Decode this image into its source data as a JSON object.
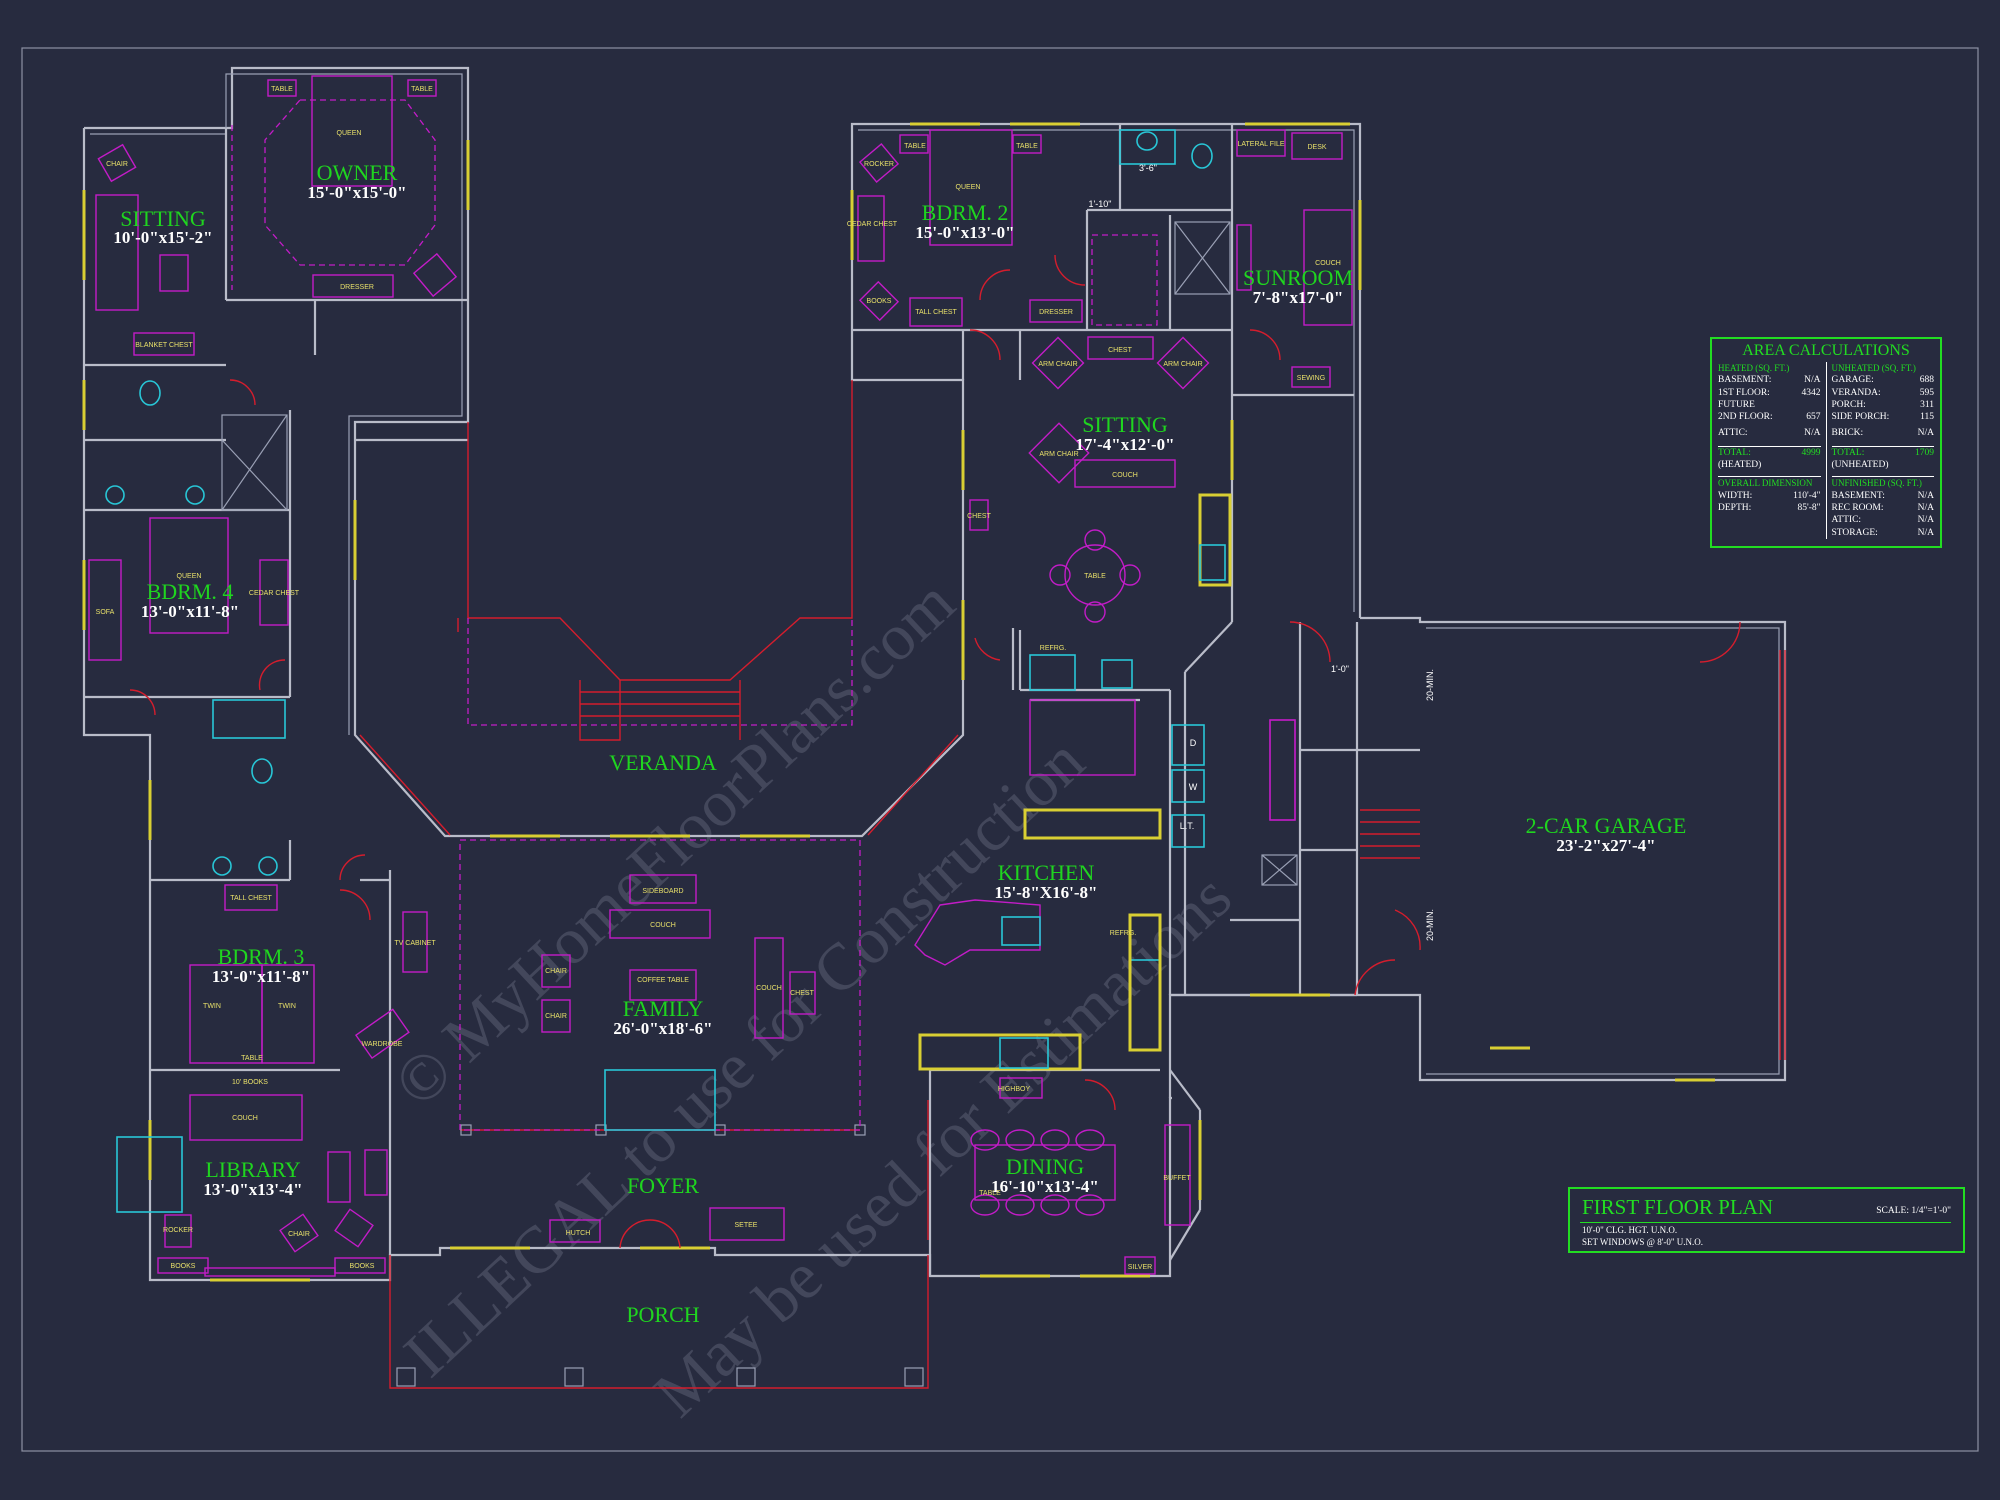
{
  "rooms": {
    "owner": {
      "name": "OWNER",
      "dim": "15'-0\"x15'-0\""
    },
    "sitting_owner": {
      "name": "SITTING",
      "dim": "10'-0\"x15'-2\""
    },
    "bdrm2": {
      "name": "BDRM. 2",
      "dim": "15'-0\"x13'-0\""
    },
    "sunroom": {
      "name": "SUNROOM",
      "dim": "7'-8\"x17'-0\""
    },
    "sitting2": {
      "name": "SITTING",
      "dim": "17'-4\"x12'-0\""
    },
    "bdrm4": {
      "name": "BDRM. 4",
      "dim": "13'-0\"x11'-8\""
    },
    "veranda": {
      "name": "VERANDA"
    },
    "garage": {
      "name": "2-CAR GARAGE",
      "dim": "23'-2\"x27'-4\""
    },
    "kitchen": {
      "name": "KITCHEN",
      "dim": "15'-8\"X16'-8\""
    },
    "bdrm3": {
      "name": "BDRM. 3",
      "dim": "13'-0\"x11'-8\""
    },
    "family": {
      "name": "FAMILY",
      "dim": "26'-0\"x18'-6\""
    },
    "library": {
      "name": "LIBRARY",
      "dim": "13'-0\"x13'-4\""
    },
    "foyer": {
      "name": "FOYER"
    },
    "dining": {
      "name": "DINING",
      "dim": "16'-10\"x13'-4\""
    },
    "porch": {
      "name": "PORCH"
    }
  },
  "furniture": {
    "table": "TABLE",
    "queen": "QUEEN",
    "dresser": "DRESSER",
    "chair": "CHAIR",
    "blanket_chest": "BLANKET CHEST",
    "rocker": "ROCKER",
    "books": "BOOKS",
    "tall_chest": "TALL CHEST",
    "cedar_chest": "CEDAR CHEST",
    "lateral_file": "LATERAL FILE",
    "desk": "DESK",
    "couch": "COUCH",
    "sewing": "SEWING",
    "chest": "CHEST",
    "arm_chair": "ARM CHAIR",
    "sofa": "SOFA",
    "refrg": "REFRG.",
    "sideboard": "SIDEBOARD",
    "coffee_table": "COFFEE TABLE",
    "twin": "TWIN",
    "tv_cabinet": "TV CABINET",
    "wardrobe": "WARDROBE",
    "ten_books": "10' BOOKS",
    "hutch": "HUTCH",
    "setee": "SETEE",
    "hidboy": "HIGHBOY",
    "buffet": "BUFFET",
    "silver": "SILVER",
    "d": "D",
    "w": "W",
    "lt": "L.T."
  },
  "dimensions": {
    "d1": "3'-6\"",
    "d2": "1'-10\"",
    "d3": "1'-0\"",
    "d4": "20-MIN.",
    "d5": "20-MIN."
  },
  "area_calculations": {
    "title": "AREA CALCULATIONS",
    "heated_header": "HEATED (SQ. FT.)",
    "unheated_header": "UNHEATED (SQ. FT.)",
    "heated": [
      {
        "label": "BASEMENT:",
        "value": "N/A"
      },
      {
        "label": "1ST FLOOR:",
        "value": "4342"
      },
      {
        "label": "FUTURE",
        "value": ""
      },
      {
        "label": "2ND FLOOR:",
        "value": "657"
      },
      {
        "label": "ATTIC:",
        "value": "N/A"
      }
    ],
    "unheated": [
      {
        "label": "GARAGE:",
        "value": "688"
      },
      {
        "label": "VERANDA:",
        "value": "595"
      },
      {
        "label": "PORCH:",
        "value": "311"
      },
      {
        "label": "SIDE PORCH:",
        "value": "115"
      },
      {
        "label": "BRICK:",
        "value": "N/A"
      }
    ],
    "total_heated_label": "TOTAL:",
    "total_heated_value": "4999",
    "total_heated_note": "(HEATED)",
    "total_unheated_label": "TOTAL:",
    "total_unheated_value": "1709",
    "total_unheated_note": "(UNHEATED)",
    "overall_header": "OVERALL DIMENSION",
    "overall": [
      {
        "label": "WIDTH:",
        "value": "110'-4\""
      },
      {
        "label": "DEPTH:",
        "value": "85'-8\""
      }
    ],
    "unfinished_header": "UNFINISHED (SQ. FT.)",
    "unfinished": [
      {
        "label": "BASEMENT:",
        "value": "N/A"
      },
      {
        "label": "REC ROOM:",
        "value": "N/A"
      },
      {
        "label": "ATTIC:",
        "value": "N/A"
      },
      {
        "label": "STORAGE:",
        "value": "N/A"
      }
    ]
  },
  "title_block": {
    "title": "FIRST FLOOR PLAN",
    "scale": "SCALE: 1/4\"=1'-0\"",
    "note1": "10'-0\" CLG. HGT. U.N.O.",
    "note2": "SET WINDOWS @ 8'-0\" U.N.O."
  },
  "watermark": {
    "line1": "© MyHomeFloorPlans.com",
    "line2": "ILLEGAL to use for Construction",
    "line3": "May be used for Estimations"
  },
  "colors": {
    "background": "#272b3f",
    "walls": "#b9bcc9",
    "furniture": "#c21cc7",
    "room_label": "#1fd51f",
    "red_lines": "#d41d2d",
    "fixtures": "#28c6d6",
    "windows": "#d9cf33"
  }
}
